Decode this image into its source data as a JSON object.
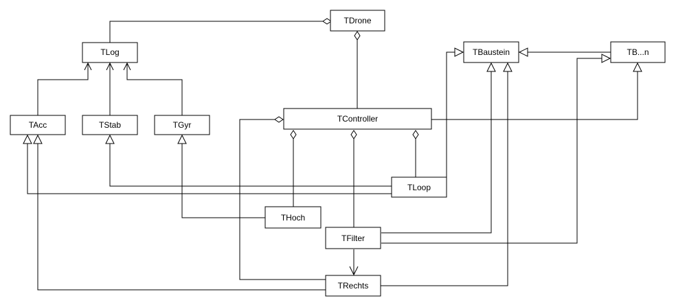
{
  "diagram": {
    "classes": {
      "tdrone": "TDrone",
      "tlog": "TLog",
      "tbaustein": "TBaustein",
      "tbn": "TB...n",
      "tacc": "TAcc",
      "tstab": "TStab",
      "tgyr": "TGyr",
      "tcontroller": "TController",
      "tloop": "TLoop",
      "thoch": "THoch",
      "tfilter": "TFilter",
      "trechts": "TRechts"
    }
  }
}
